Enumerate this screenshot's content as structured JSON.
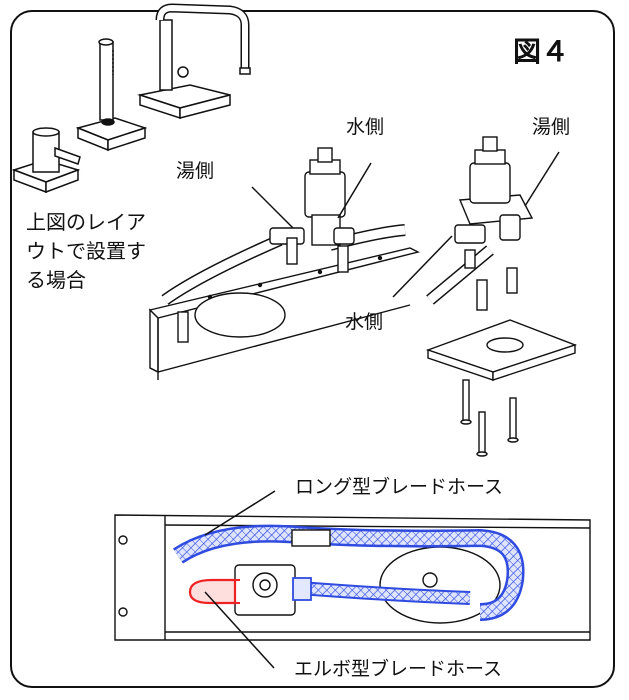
{
  "figure_label": "図４",
  "labels": {
    "water_side_left": "水側",
    "hot_side_left": "湯側",
    "hot_side_right": "湯側",
    "water_side_right": "水側"
  },
  "layout_note": {
    "line1": "上図のレイア",
    "line2": "ウトで設置す",
    "line3": "る場合"
  },
  "hoses": {
    "long_hose": "ロング型ブレードホース",
    "elbow_hose": "エルボ型ブレードホース"
  },
  "colors": {
    "long_hose": "#2f4be0",
    "elbow_hose": "#ee2222",
    "line": "#111111"
  }
}
